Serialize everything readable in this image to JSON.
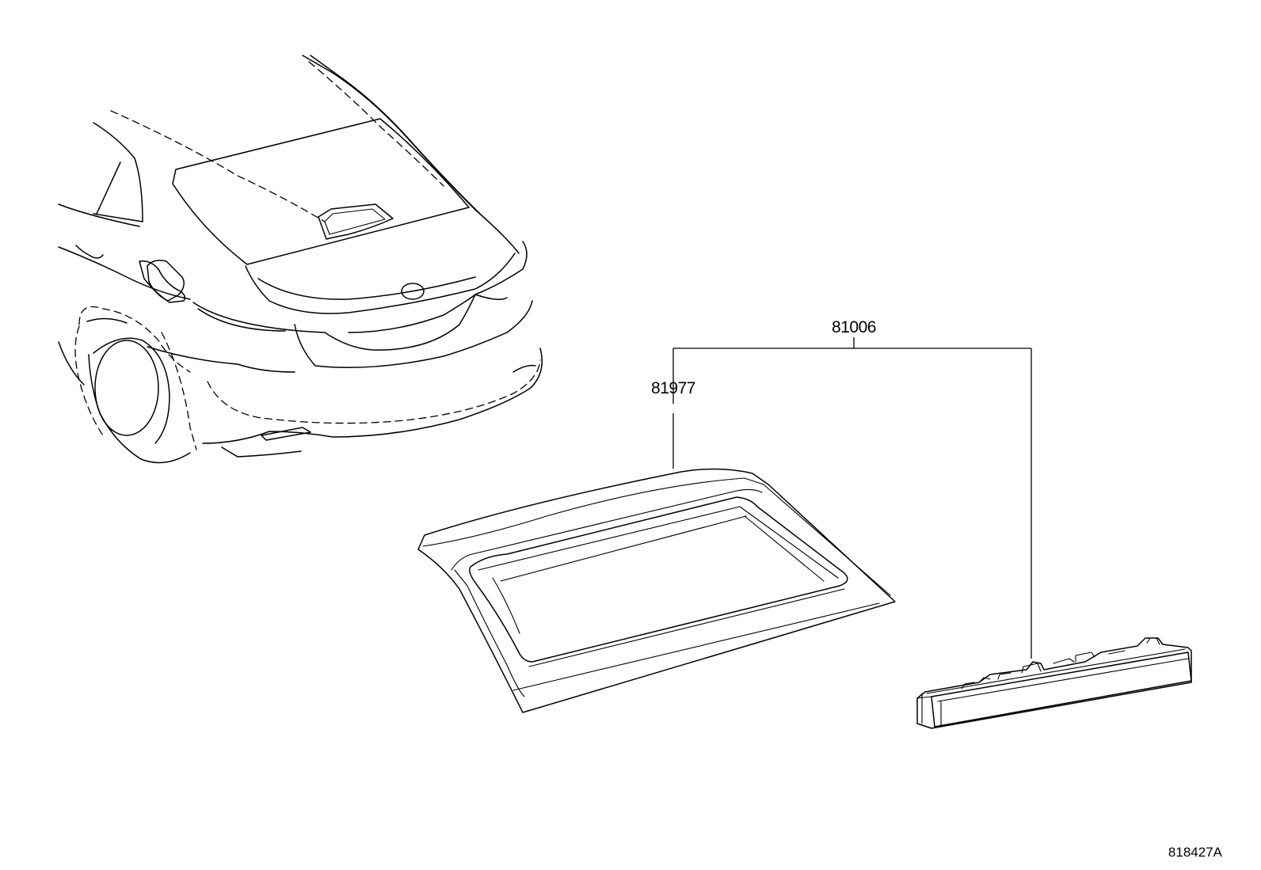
{
  "labels": {
    "assembly_part_number": "81006",
    "cover_part_number": "81977",
    "figure_number": "818427A"
  }
}
